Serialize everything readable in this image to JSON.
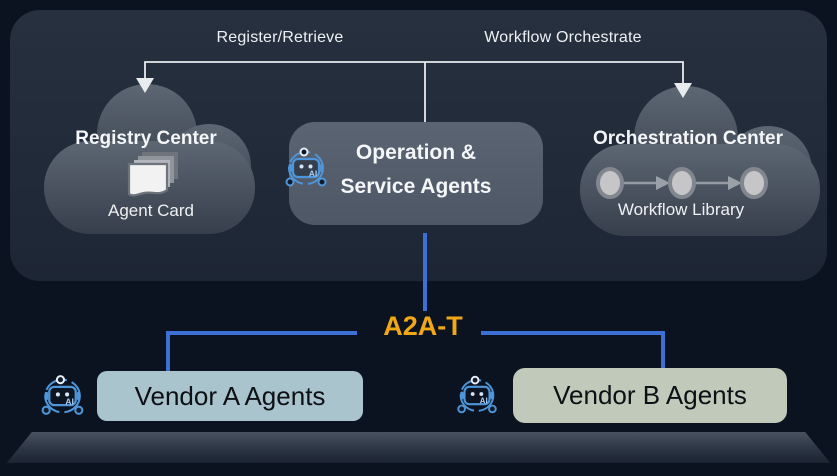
{
  "diagram": {
    "top_links": {
      "register_label": "Register/Retrieve",
      "orchestrate_label": "Workflow Orchestrate"
    },
    "registry_center": {
      "title": "Registry Center",
      "caption": "Agent Card"
    },
    "operation_box": {
      "title_line1": "Operation &",
      "title_line2": "Service Agents"
    },
    "orchestration_center": {
      "title": "Orchestration Center",
      "caption": "Workflow Library"
    },
    "protocol_label": "A2A-T",
    "vendor_a": {
      "label": "Vendor A Agents"
    },
    "vendor_b": {
      "label": "Vendor B Agents"
    },
    "robot_badge_text": "AI"
  },
  "icons": {
    "robot": "ai-robot-icon",
    "agent_card": "stacked-cards-icon",
    "workflow": "workflow-pipeline-icon"
  },
  "colors": {
    "background": "#0b1320",
    "panel_top": "#26303e",
    "panel_bottom": "#1d2634",
    "cloud_light": "#5d6773",
    "cloud_dark": "#363f4b",
    "operation_box_bg": "#545e6c",
    "connector_blue": "#3d70d4",
    "connector_white": "#e9ecef",
    "protocol_amber": "#f2a716",
    "vendor_a_bg": "#aac4ce",
    "vendor_b_bg": "#c0c9ba",
    "robot_blue": "#4e96d9"
  }
}
